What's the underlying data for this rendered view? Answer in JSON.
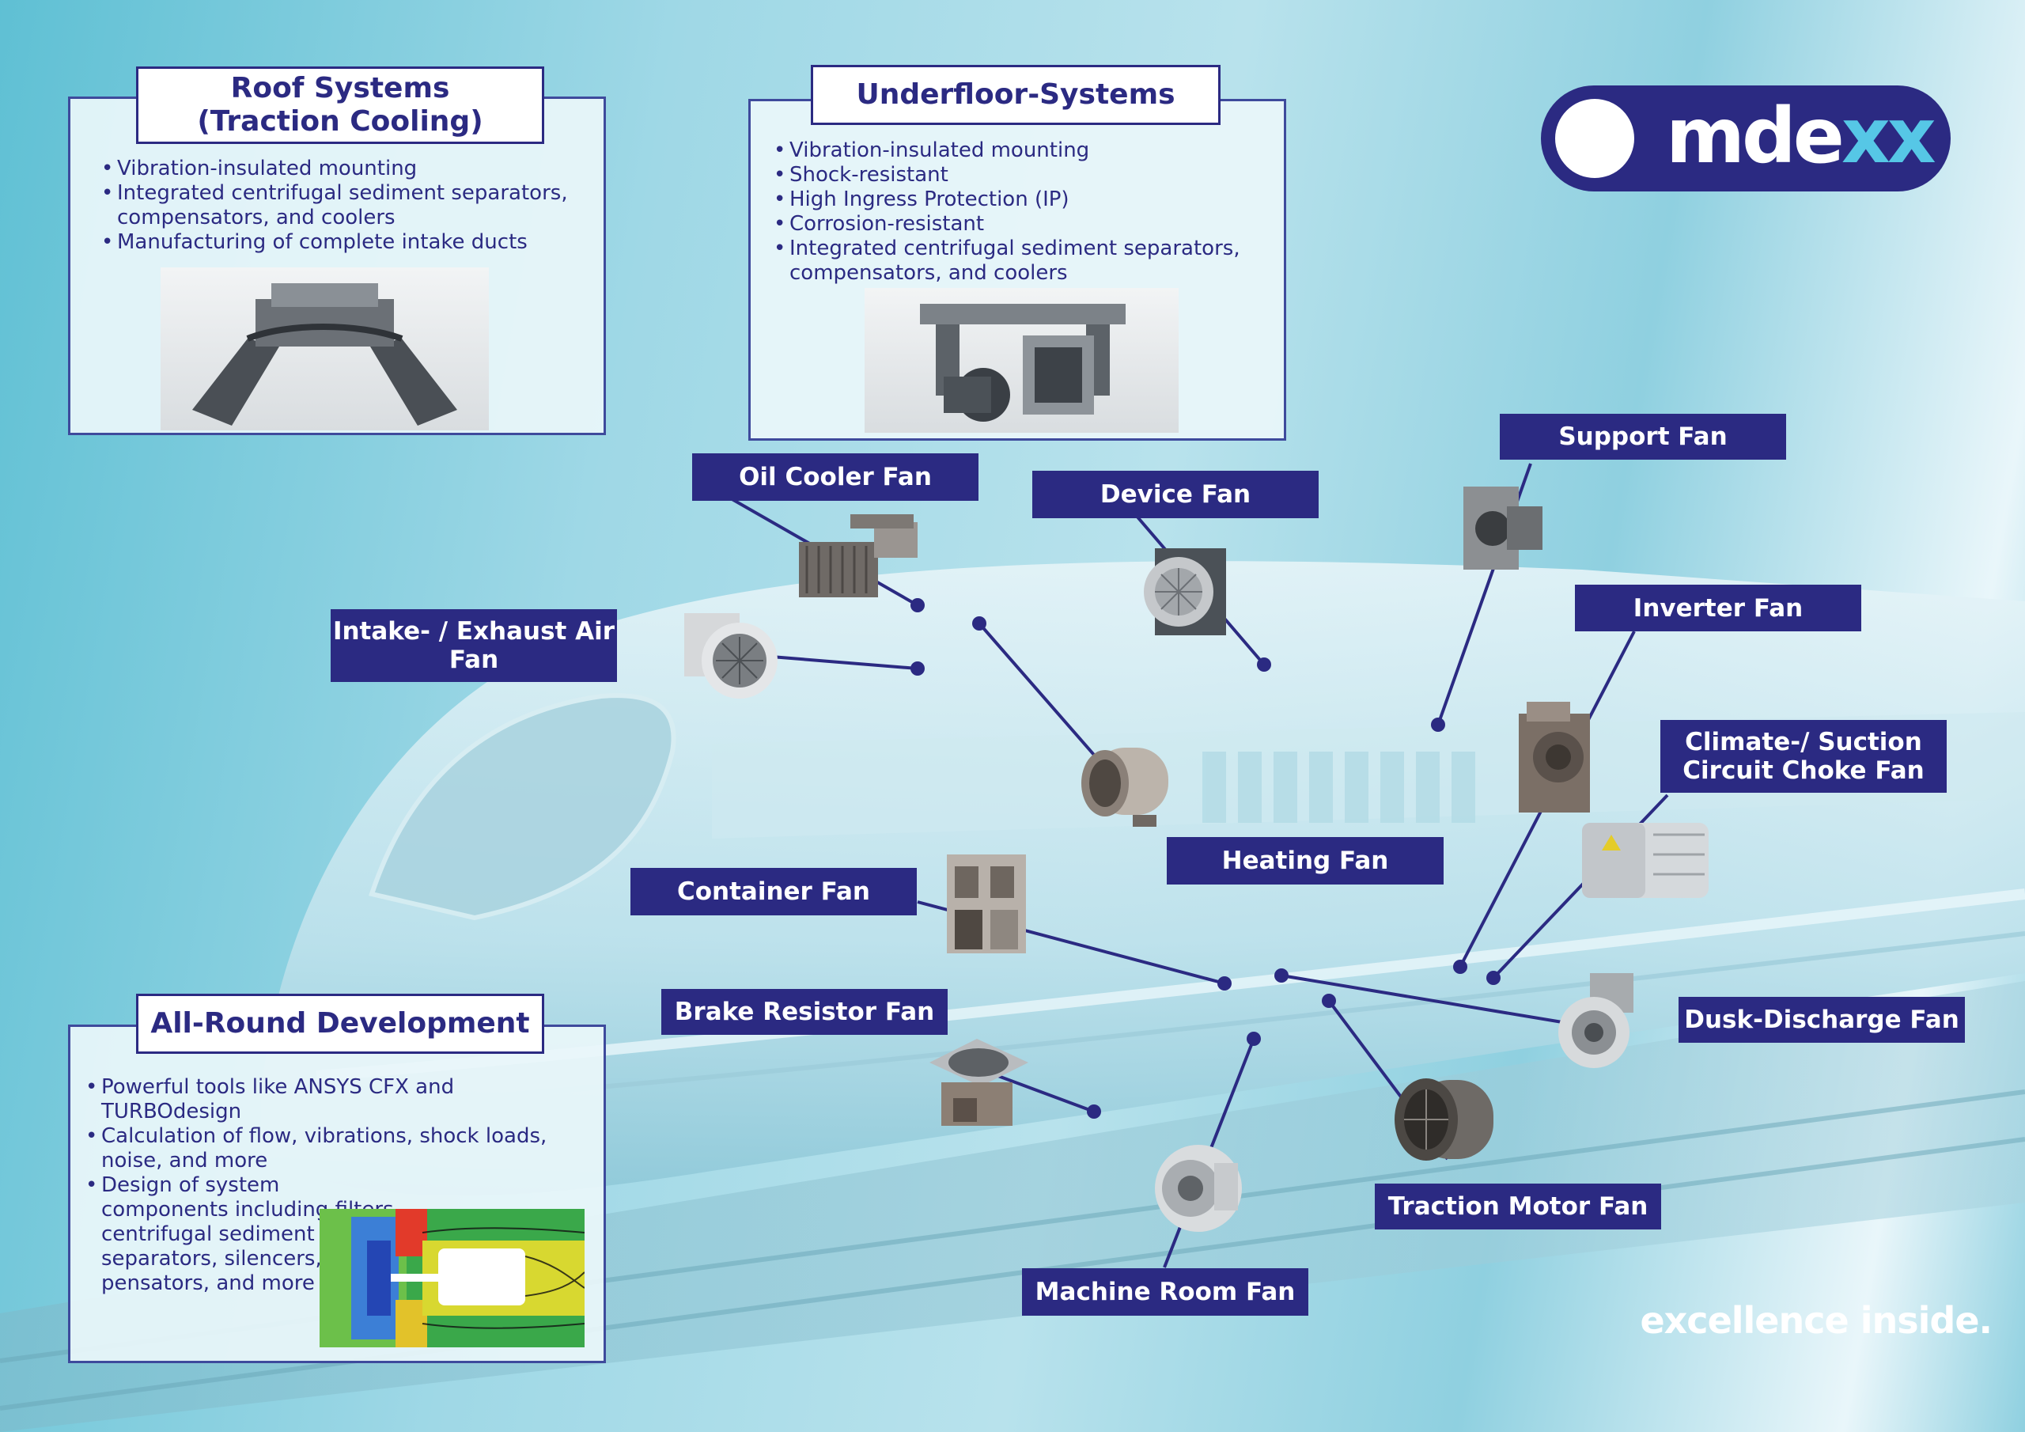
{
  "roof_panel": {
    "title": "Roof Systems\n(Traction Cooling)",
    "bullets": [
      "Vibration-insulated mounting",
      "Integrated centrifugal sediment separators, compensators, and coolers",
      "Manufacturing of complete intake ducts"
    ]
  },
  "underfloor_panel": {
    "title": "Underfloor-Systems",
    "bullets": [
      "Vibration-insulated mounting",
      "Shock-resistant",
      "High Ingress Protection (IP)",
      "Corrosion-resistant",
      "Integrated centrifugal sediment separators, compensators, and coolers"
    ]
  },
  "development_panel": {
    "title": "All-Round Development",
    "bullets": [
      "Powerful tools like ANSYS CFX and TURBOdesign",
      "Calculation of flow, vibrations, shock loads, noise, and more",
      "Design of system components including filters, centrifugal sediment separators, silencers, com-pensators, and more"
    ]
  },
  "labels": {
    "oil_cooler_fan": "Oil Cooler Fan",
    "device_fan": "Device Fan",
    "support_fan": "Support Fan",
    "intake_exhaust_fan": "Intake- / Exhaust Air\nFan",
    "inverter_fan": "Inverter Fan",
    "climate_fan": "Climate-/ Suction\nCircuit Choke Fan",
    "heating_fan": "Heating Fan",
    "container_fan": "Container Fan",
    "brake_resistor_fan": "Brake Resistor Fan",
    "dusk_discharge_fan": "Dusk-Discharge Fan",
    "traction_motor_fan": "Traction Motor Fan",
    "machine_room_fan": "Machine Room Fan"
  },
  "logo": {
    "text_white": "mde",
    "text_accent": "xx"
  },
  "tagline": "excellence inside.",
  "colors": {
    "brand_navy": "#2b2a82",
    "logo_accent": "#56c7e6",
    "background_cyan": "#9fd8e6"
  }
}
